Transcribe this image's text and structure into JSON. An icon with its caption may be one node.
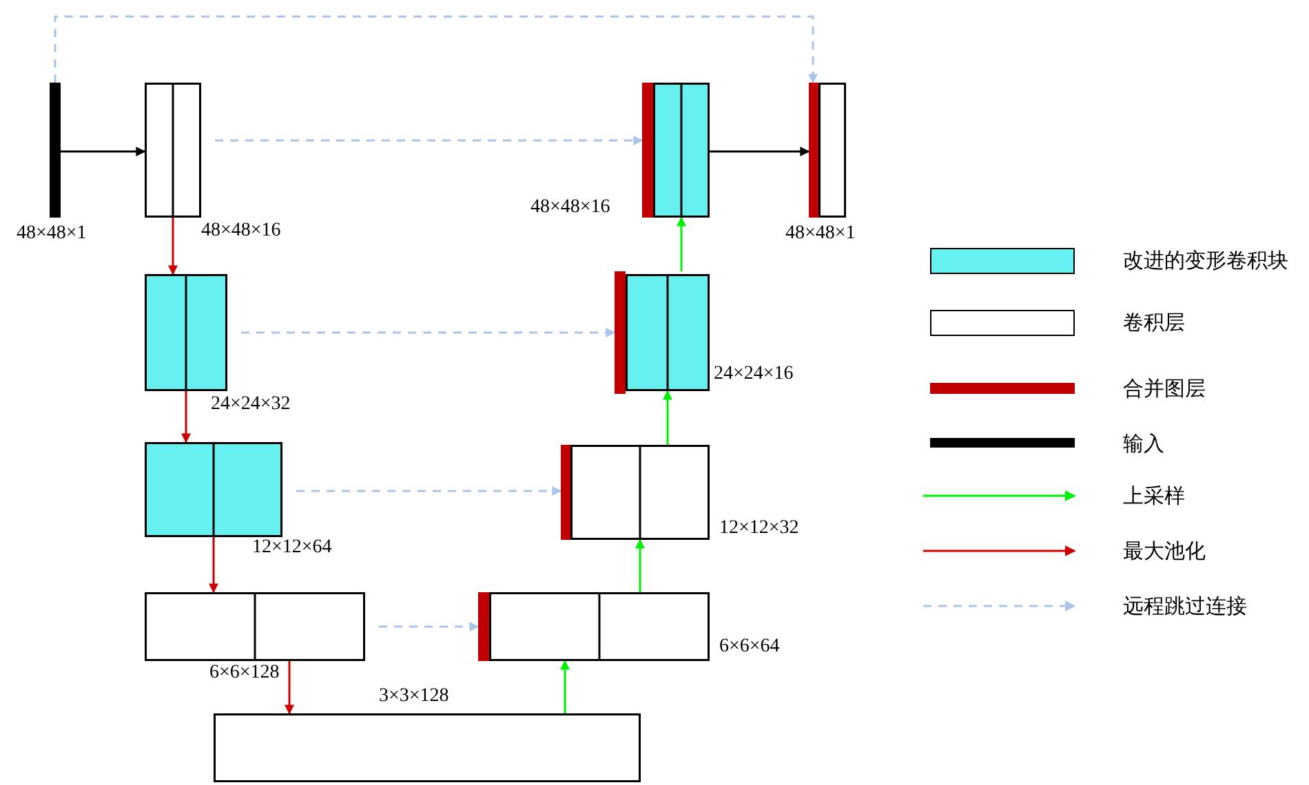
{
  "diagram": {
    "nodes": [
      {
        "text": [],
        "shape": "bar",
        "beside": [
          "48×48×1"
        ]
      },
      {
        "text": [],
        "shape": "box",
        "beside": [
          "48×48×16"
        ]
      },
      {
        "text": [],
        "shape": "box",
        "beside": [
          "24×24×32"
        ]
      },
      {
        "text": [],
        "shape": "box",
        "beside": [
          "12×12×64"
        ]
      },
      {
        "text": [],
        "shape": "box",
        "beside": [
          "6×6×128"
        ]
      },
      {
        "text": [],
        "shape": "box",
        "beside": [
          "3×3×128"
        ]
      },
      {
        "text": [],
        "shape": "box",
        "beside": [
          "6×6×64"
        ]
      },
      {
        "text": [],
        "shape": "box",
        "beside": [
          "12×12×32"
        ]
      },
      {
        "text": [],
        "shape": "box",
        "beside": [
          "24×24×16"
        ]
      },
      {
        "text": [],
        "shape": "box",
        "beside": [
          "48×48×16"
        ]
      },
      {
        "text": [],
        "shape": "box",
        "beside": [
          "48×48×1"
        ]
      }
    ],
    "edges": [
      {
        "from": 0,
        "to": 1,
        "arrow": "to",
        "color": "#000000"
      },
      {
        "from": 1,
        "to": 2,
        "arrow": "to",
        "color": "#cc0000"
      },
      {
        "from": 2,
        "to": 3,
        "arrow": "to",
        "color": "#cc0000"
      },
      {
        "from": 3,
        "to": 4,
        "arrow": "to",
        "color": "#cc0000"
      },
      {
        "from": 4,
        "to": 5,
        "arrow": "to",
        "color": "#cc0000"
      },
      {
        "from": 5,
        "to": 6,
        "arrow": "to",
        "color": "#00ee00"
      },
      {
        "from": 6,
        "to": 7,
        "arrow": "to",
        "color": "#00ee00"
      },
      {
        "from": 7,
        "to": 8,
        "arrow": "to",
        "color": "#00ee00"
      },
      {
        "from": 8,
        "to": 9,
        "arrow": "to",
        "color": "#00ee00"
      },
      {
        "from": 9,
        "to": 10,
        "arrow": "to",
        "color": "#000000"
      },
      {
        "from": 0,
        "to": 10,
        "arrow": "to",
        "style": "dashed",
        "color": "#a9c4ea"
      },
      {
        "from": 1,
        "to": 9,
        "arrow": "to",
        "style": "dashed",
        "color": "#a9c4ea"
      },
      {
        "from": 2,
        "to": 8,
        "arrow": "to",
        "style": "dashed",
        "color": "#a9c4ea"
      },
      {
        "from": 3,
        "to": 7,
        "arrow": "to",
        "style": "dashed",
        "color": "#a9c4ea"
      },
      {
        "from": 4,
        "to": 6,
        "arrow": "to",
        "style": "dashed",
        "color": "#a9c4ea"
      }
    ],
    "legend": [
      {
        "text": "改进的变形卷积块",
        "color": "#66f0f0"
      },
      {
        "text": "卷积层",
        "color": "#ffffff"
      },
      {
        "text": "合并图层",
        "color": "#c00000"
      },
      {
        "text": "输入",
        "color": "#000000"
      },
      {
        "text": "上采样"
      },
      {
        "text": "最大池化"
      },
      {
        "text": "远程跳过连接"
      }
    ]
  }
}
